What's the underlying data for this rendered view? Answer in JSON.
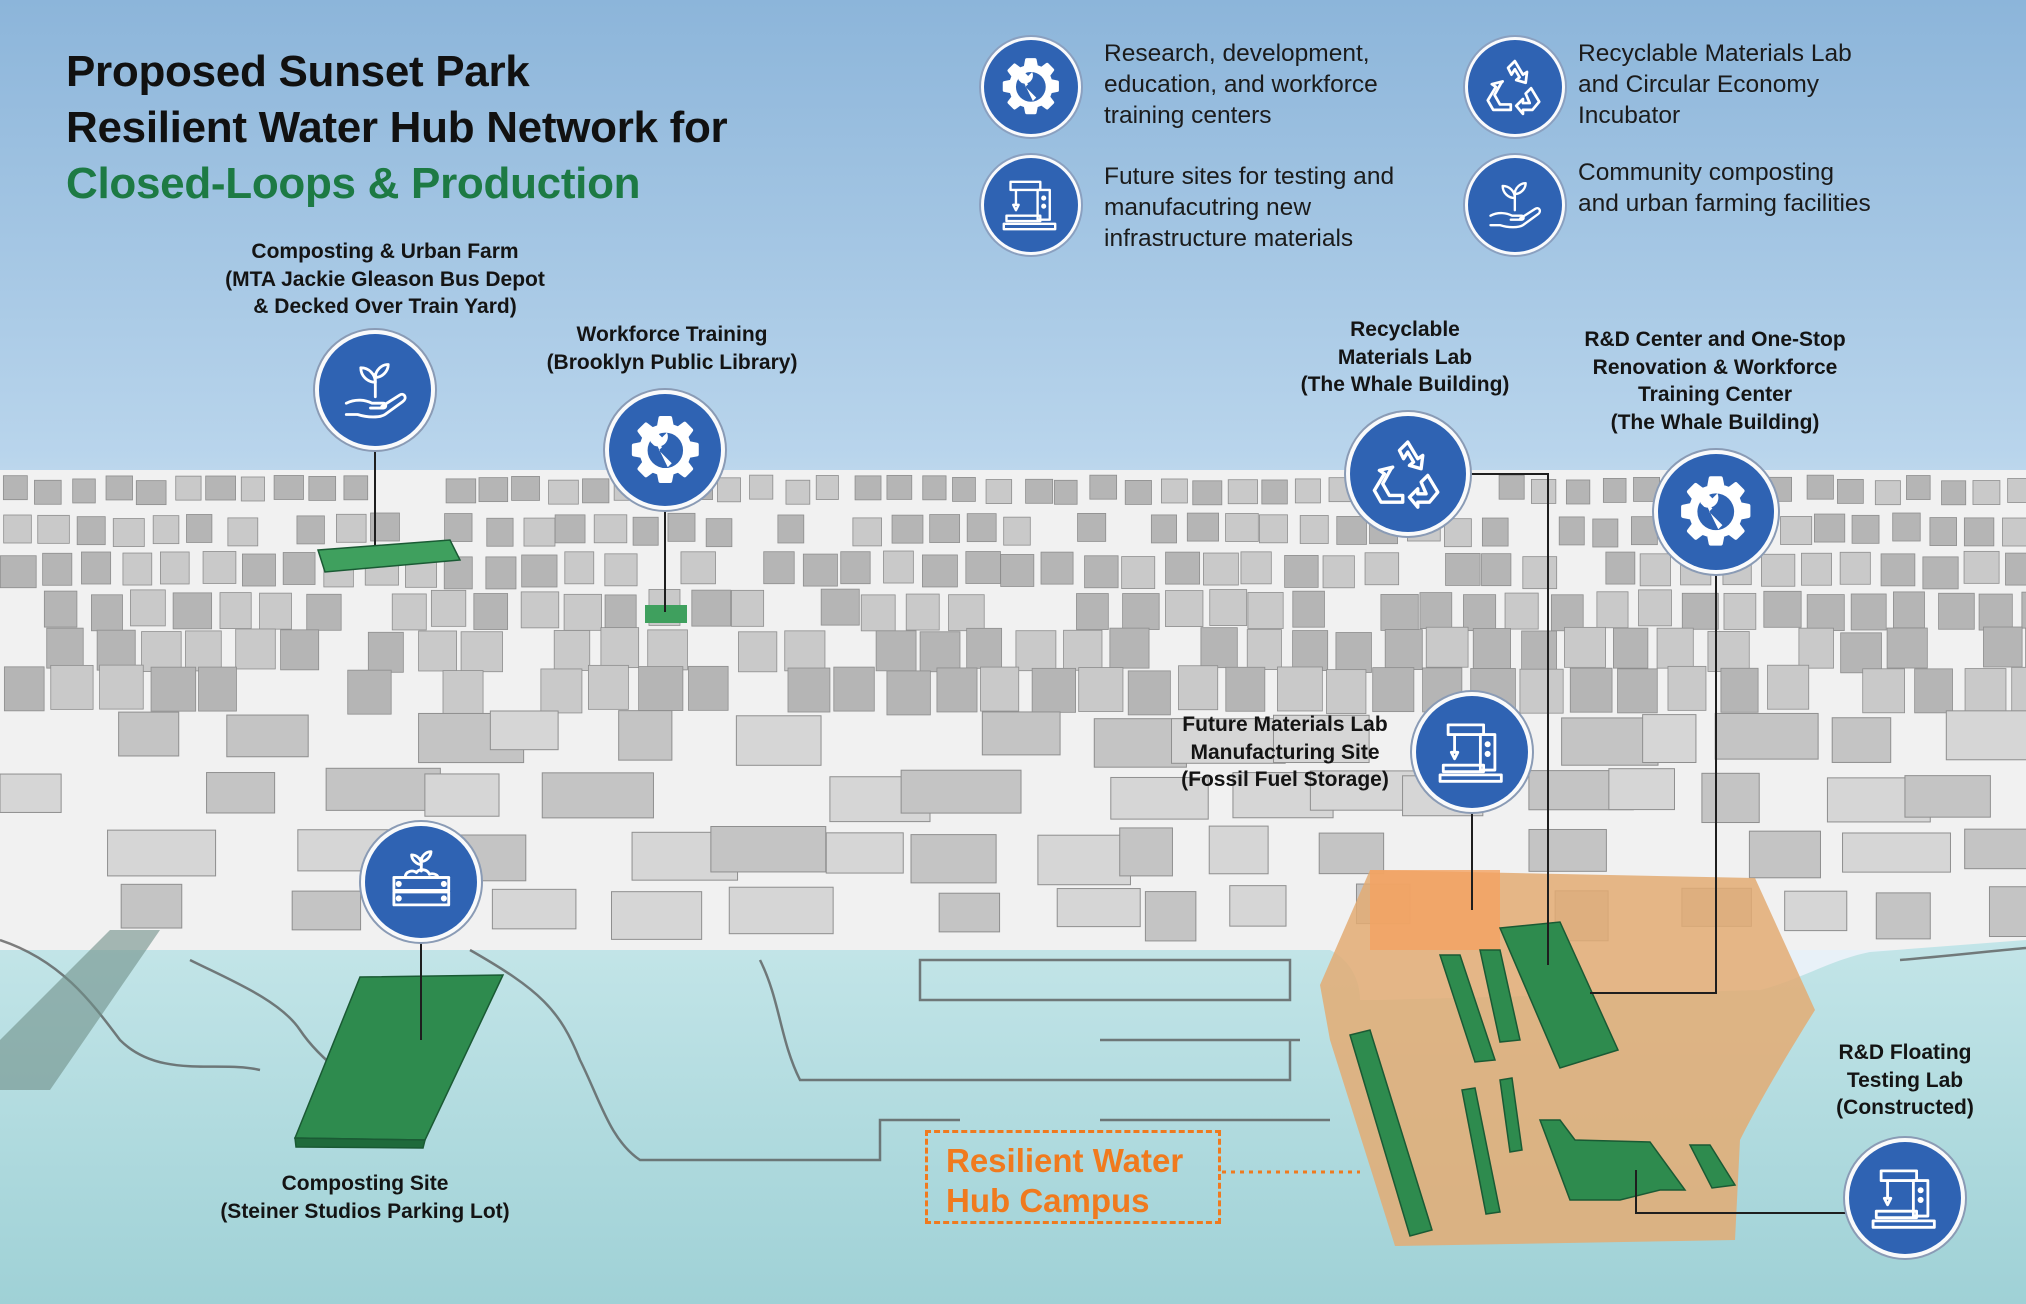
{
  "title": {
    "line1": "Proposed Sunset Park",
    "line2": "Resilient Water Hub Network for",
    "line3": "Closed-Loops & Production"
  },
  "legend": [
    {
      "icon": "gear-wrench-icon",
      "text": [
        "Research, development,",
        "education, and workforce",
        "training centers"
      ]
    },
    {
      "icon": "machine-press-icon",
      "text": [
        "Future sites for testing and",
        "manufacutring new",
        "infrastructure materials"
      ]
    },
    {
      "icon": "recycle-icon",
      "text": [
        "Recyclable Materials Lab",
        "and Circular Economy",
        "Incubator"
      ]
    },
    {
      "icon": "plant-hand-icon",
      "text": [
        "Community composting",
        "and urban farming facilities"
      ]
    }
  ],
  "sites": [
    {
      "id": "composting-urban-farm",
      "icon": "plant-hand-icon",
      "label": [
        "Composting & Urban Farm",
        "(MTA Jackie Gleason Bus Depot",
        "& Decked Over Train Yard)"
      ]
    },
    {
      "id": "workforce-training",
      "icon": "gear-wrench-icon",
      "label": [
        "Workforce Training",
        "(Brooklyn Public Library)"
      ]
    },
    {
      "id": "recyclable-materials-lab",
      "icon": "recycle-icon",
      "label": [
        "Recyclable",
        "Materials Lab",
        "(The Whale Building)"
      ]
    },
    {
      "id": "rd-center",
      "icon": "gear-wrench-icon",
      "label": [
        "R&D Center and One-Stop",
        "Renovation & Workforce",
        "Training Center",
        "(The Whale Building)"
      ]
    },
    {
      "id": "future-materials-lab",
      "icon": "machine-press-icon",
      "label": [
        "Future Materials Lab",
        "Manufacturing Site",
        "(Fossil Fuel Storage)"
      ]
    },
    {
      "id": "composting-site",
      "icon": "crate-plant-icon",
      "label": [
        "Composting Site",
        "(Steiner Studios Parking Lot)"
      ]
    },
    {
      "id": "rd-floating-testing-lab",
      "icon": "machine-press-icon",
      "label": [
        "R&D Floating",
        "Testing Lab",
        "(Constructed)"
      ]
    }
  ],
  "campus_callout": [
    "Resilient Water",
    "Hub Campus"
  ],
  "colors": {
    "marker_blue": "#2f63b3",
    "site_green": "#2e8b4e",
    "campus_orange": "#f07a1e",
    "title_green": "#1d7a44",
    "water": "#a9d6dc",
    "buildings": "#bdbdbd"
  }
}
